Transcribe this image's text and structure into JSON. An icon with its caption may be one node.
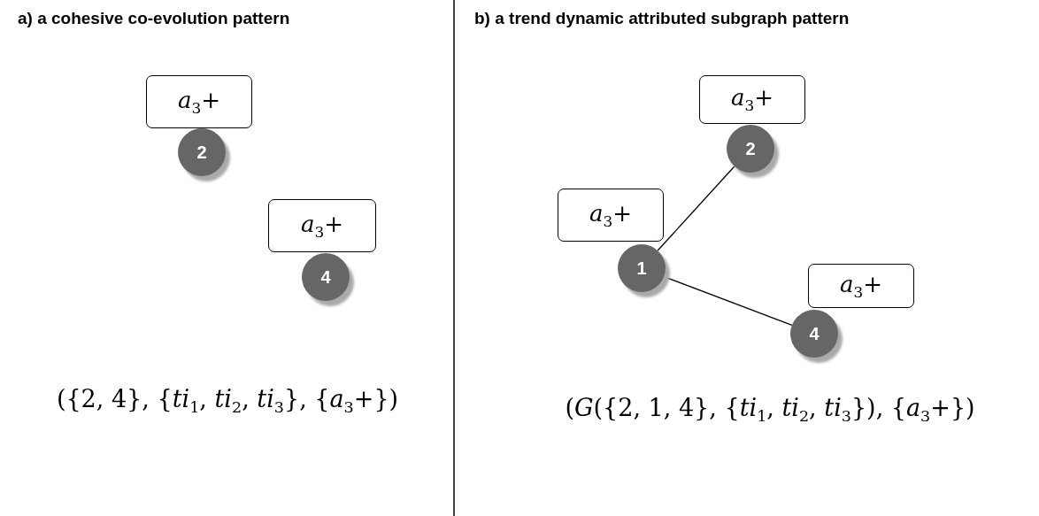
{
  "diagram": {
    "nodes": [
      {
        "text": [
          "*a*$_{3}$+"
        ]
      },
      {
        "text": [
          "2"
        ]
      },
      {
        "text": [
          "*a*$_{3}$+"
        ]
      },
      {
        "text": [
          "4"
        ]
      },
      {
        "text": [
          "*a*$_{3}$+"
        ]
      },
      {
        "text": [
          "2"
        ]
      },
      {
        "text": [
          "*a*$_{3}$+"
        ]
      },
      {
        "text": [
          "1"
        ]
      },
      {
        "text": [
          "*a*$_{3}$+"
        ]
      },
      {
        "text": [
          "4"
        ]
      }
    ],
    "edges": [
      {
        "from": 7,
        "to": 5,
        "arrow": "none"
      },
      {
        "from": 7,
        "to": 9,
        "arrow": "none"
      }
    ],
    "labels": [
      "a) a cohesive co-evolution pattern",
      "b) a trend dynamic attributed subgraph pattern",
      "({2, 4}, {*ti*$_{1}$, *ti*$_{2}$, *ti*$_{3}$}, {*a*$_{3}$+})",
      "(*G*({2, 1, 4}, {*ti*$_{1}$, *ti*$_{2}$, *ti*$_{3}$}), {*a*$_{3}$+})"
    ]
  }
}
